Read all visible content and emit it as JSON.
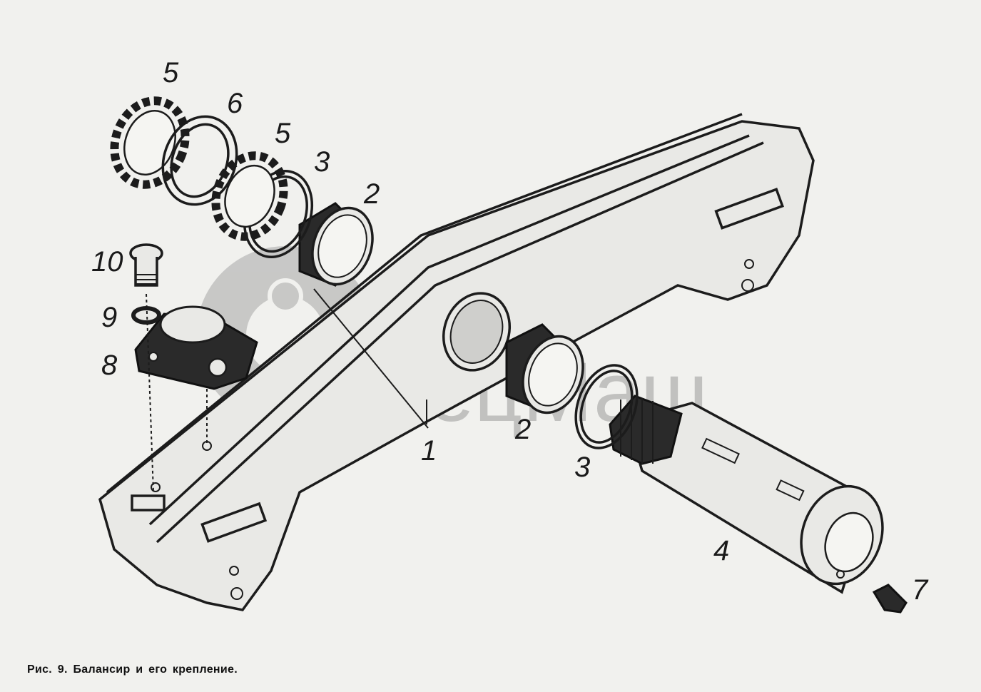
{
  "caption": "Рис. 9. Балансир и его крепление.",
  "watermark": "СпецМаш",
  "callouts": {
    "c1": "1",
    "c2a": "2",
    "c2b": "2",
    "c3a": "3",
    "c3b": "3",
    "c4": "4",
    "c5a": "5",
    "c5b": "5",
    "c6": "6",
    "c7": "7",
    "c8": "8",
    "c9": "9",
    "c10": "10"
  }
}
